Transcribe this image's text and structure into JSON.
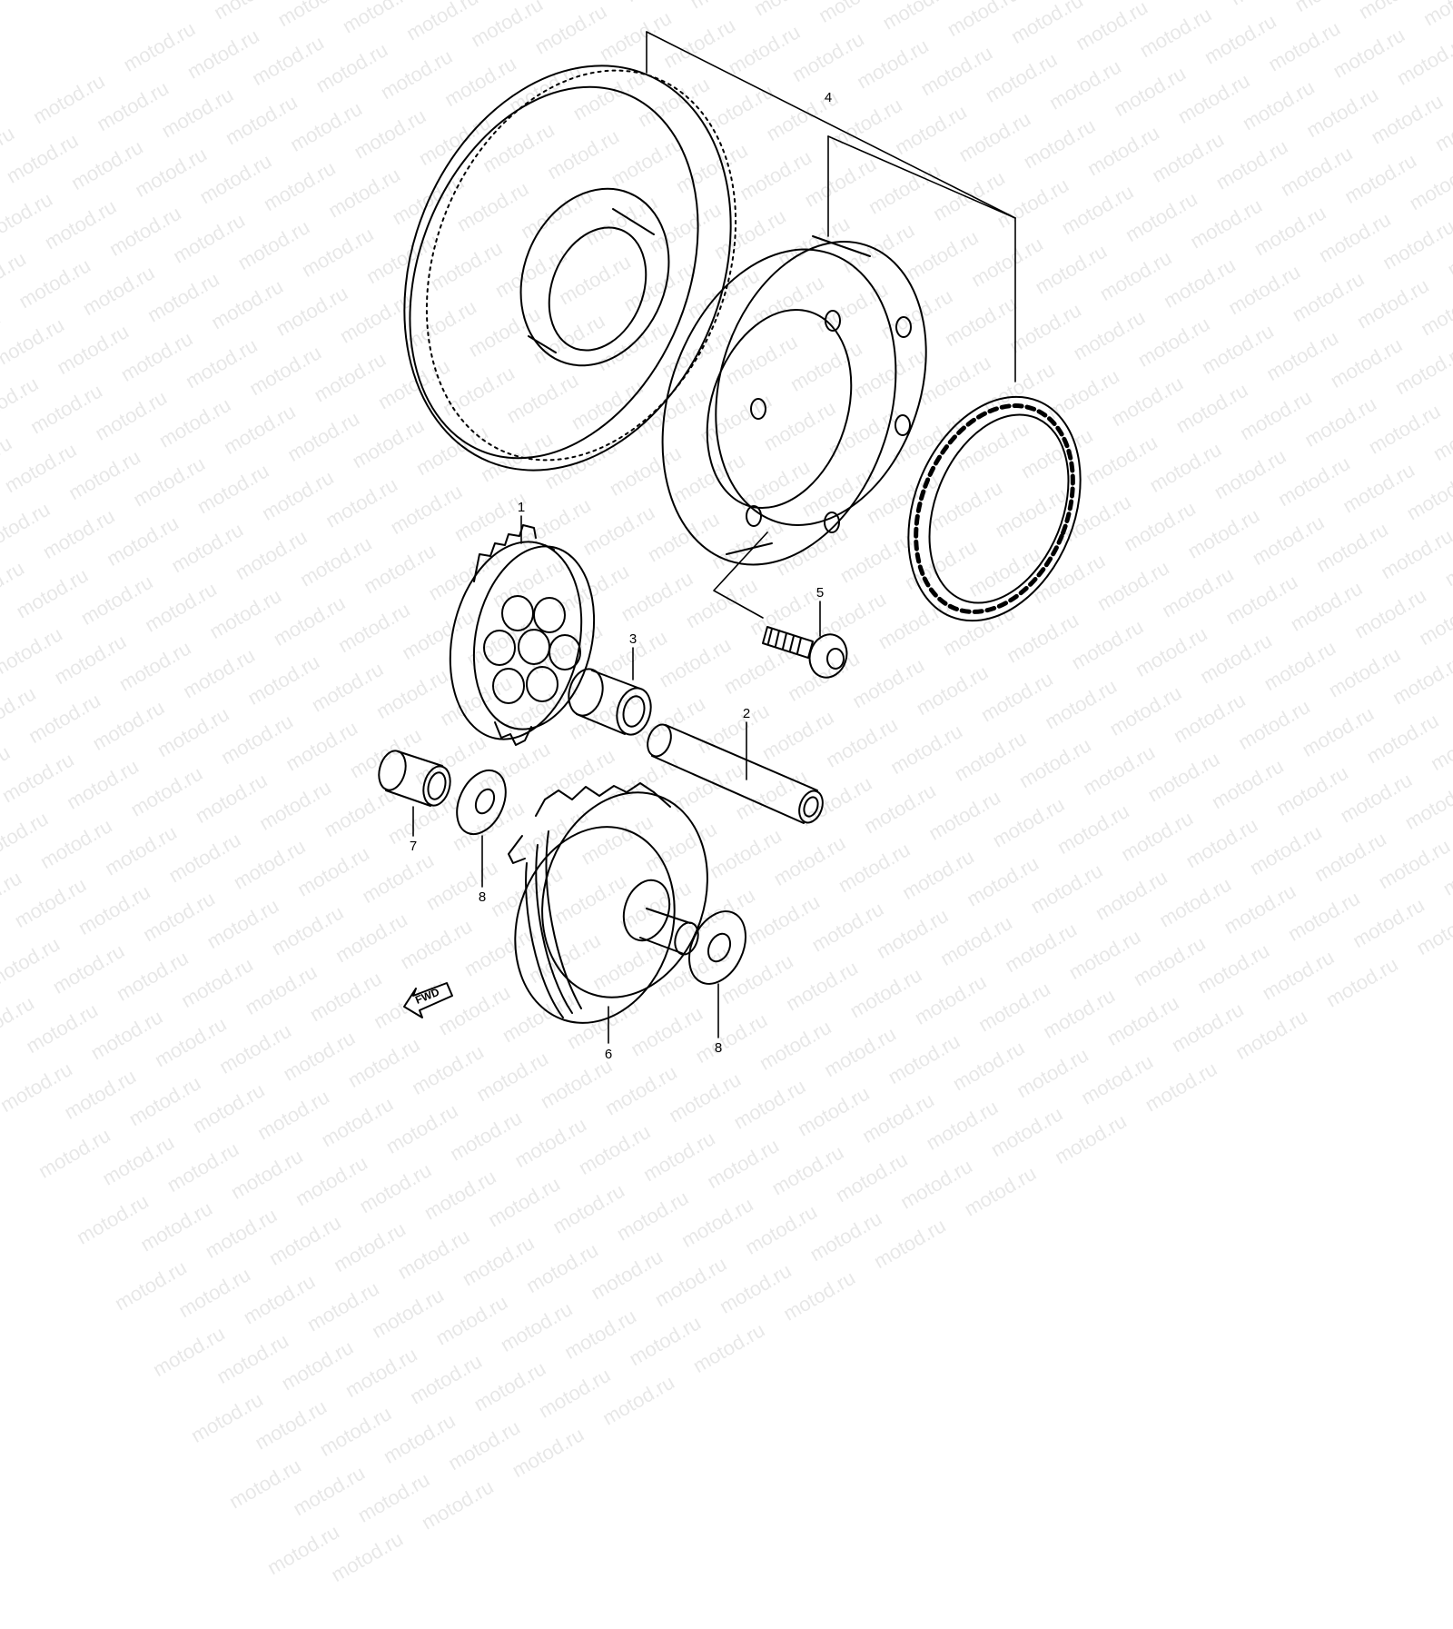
{
  "watermark": "motod.ru",
  "callouts": {
    "c1": "1",
    "c2": "2",
    "c3": "3",
    "c4": "4",
    "c5": "5",
    "c6": "6",
    "c7": "7",
    "c8a": "8",
    "c8b": "8"
  },
  "fwd_label": "FWD",
  "colors": {
    "line": "#000000",
    "background": "#ffffff"
  }
}
